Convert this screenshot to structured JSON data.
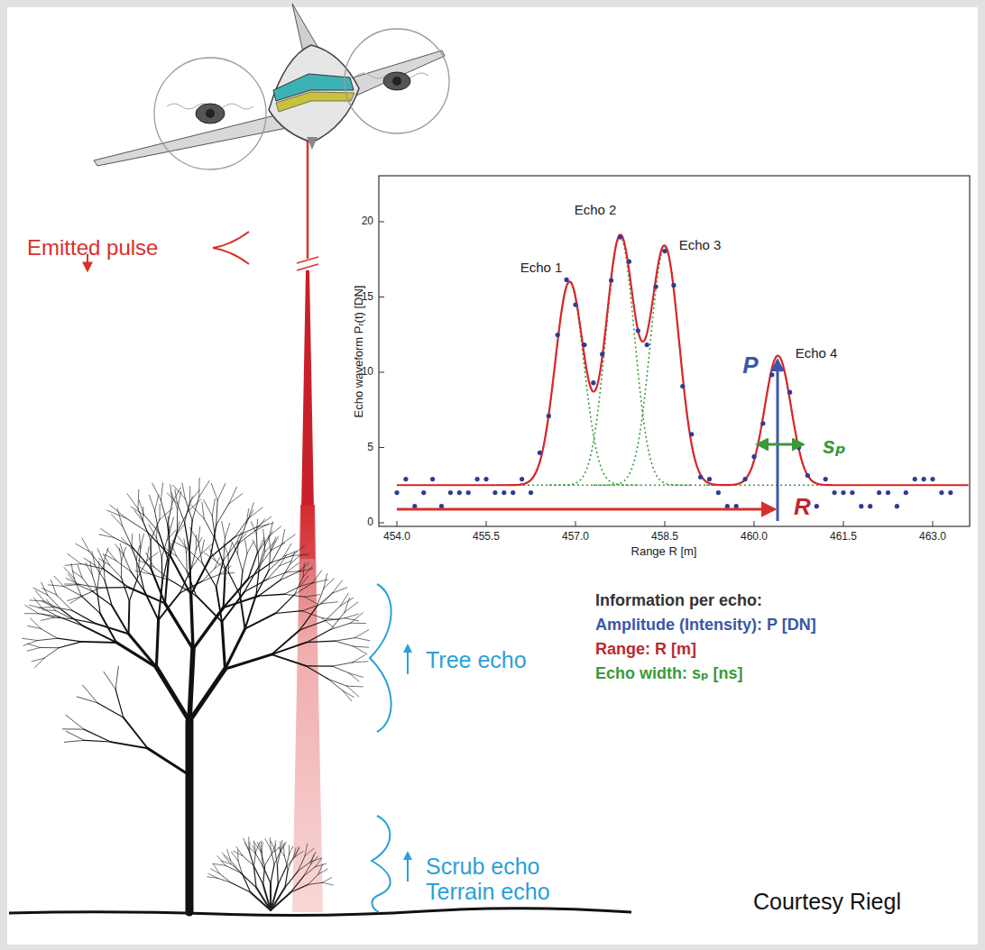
{
  "diagram": {
    "labels": [
      "Emitted pulse",
      "Echo 1",
      "Echo 2",
      "Echo 3",
      "Echo 4",
      "P",
      "sₚ",
      "R",
      "Echo waveform Pᵣ(t) [DN]",
      "Range R [m]",
      "0",
      "5",
      "10",
      "15",
      "20",
      "454.0",
      "455.5",
      "457.0",
      "458.5",
      "460.0",
      "461.5",
      "463.0",
      "Information per echo:",
      "Amplitude (Intensity): P [DN]",
      "Range: R [m]",
      "Echo width: sₚ [ns]",
      "Tree echo",
      "Scrub echo",
      "Terrain echo",
      "Courtesy Riegl"
    ]
  }
}
